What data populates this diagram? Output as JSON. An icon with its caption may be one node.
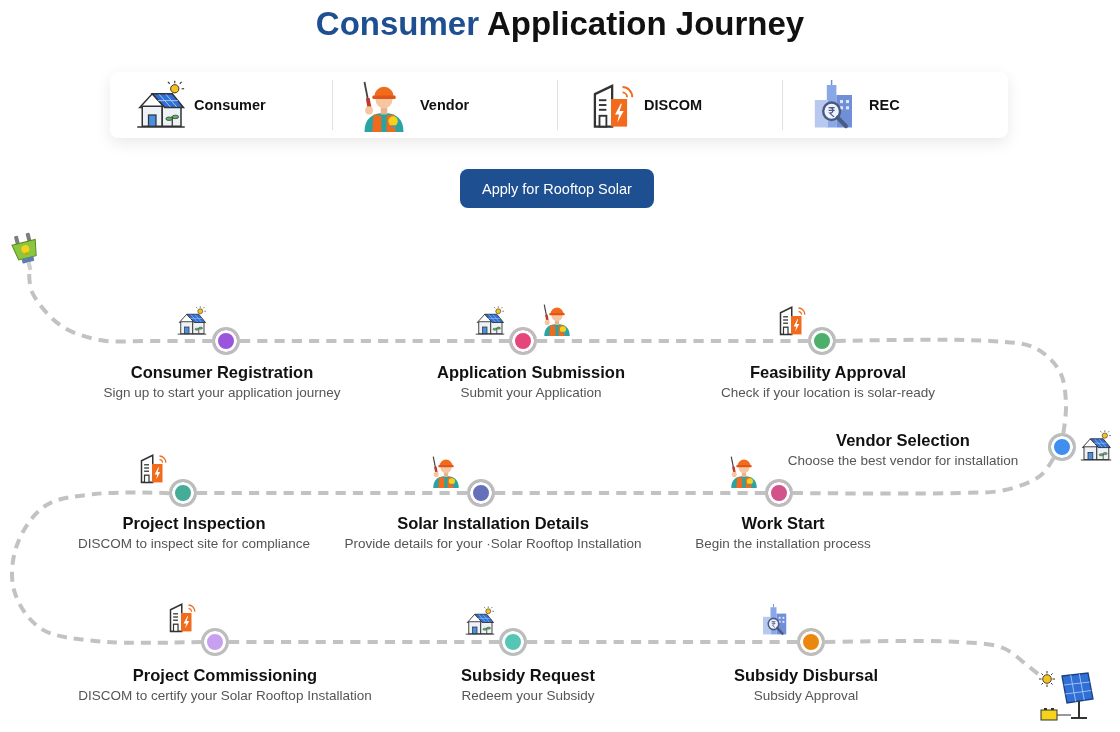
{
  "diagram": {
    "title": "**Consumer** Application Journey",
    "nodes": [
      {
        "text": [
          "Apply for Rooftop Solar"
        ]
      },
      {
        "text": [],
        "shape": "picture"
      },
      {
        "text": [
          "Consumer Registration",
          "Sign up to start your application journey"
        ]
      },
      {
        "text": [
          "Application Submission",
          "Submit your Application"
        ]
      },
      {
        "text": [
          "Feasibility Approval",
          "Check if your location is solar-ready"
        ]
      },
      {
        "text": [
          "Vendor Selection",
          "Choose the best vendor for installation"
        ]
      },
      {
        "text": [
          "Work Start",
          "Begin the installation process"
        ]
      },
      {
        "text": [
          "Solar Installation Details",
          "Provide details for your ·Solar Rooftop Installation"
        ]
      },
      {
        "text": [
          "Project Inspection",
          "DISCOM to inspect site for compliance"
        ]
      },
      {
        "text": [
          "Project Commissioning",
          "DISCOM to certify your Solar Rooftop Installation"
        ]
      },
      {
        "text": [
          "Subsidy Request",
          "Redeem your Subsidy"
        ]
      },
      {
        "text": [
          "Subsidy Disbursal",
          "Subsidy Approval"
        ]
      },
      {
        "text": [],
        "shape": "picture"
      }
    ],
    "edges": [
      {
        "from": 1,
        "to": 2,
        "arrow": "none",
        "style": "dashed"
      },
      {
        "from": 2,
        "to": 3,
        "arrow": "none",
        "style": "dashed"
      },
      {
        "from": 3,
        "to": 4,
        "arrow": "none",
        "style": "dashed"
      },
      {
        "from": 4,
        "to": 5,
        "arrow": "none",
        "style": "dashed"
      },
      {
        "from": 5,
        "to": 6,
        "arrow": "none",
        "style": "dashed"
      },
      {
        "from": 6,
        "to": 7,
        "arrow": "none",
        "style": "dashed"
      },
      {
        "from": 7,
        "to": 8,
        "arrow": "none",
        "style": "dashed"
      },
      {
        "from": 8,
        "to": 9,
        "arrow": "none",
        "style": "dashed"
      },
      {
        "from": 9,
        "to": 10,
        "arrow": "none",
        "style": "dashed"
      },
      {
        "from": 10,
        "to": 11,
        "arrow": "none",
        "style": "dashed"
      },
      {
        "from": 11,
        "to": 12,
        "arrow": "none",
        "style": "dashed"
      }
    ],
    "legend": [
      {
        "text": "Consumer"
      },
      {
        "text": "Vendor"
      },
      {
        "text": "DISCOM"
      },
      {
        "text": "REC"
      }
    ]
  }
}
